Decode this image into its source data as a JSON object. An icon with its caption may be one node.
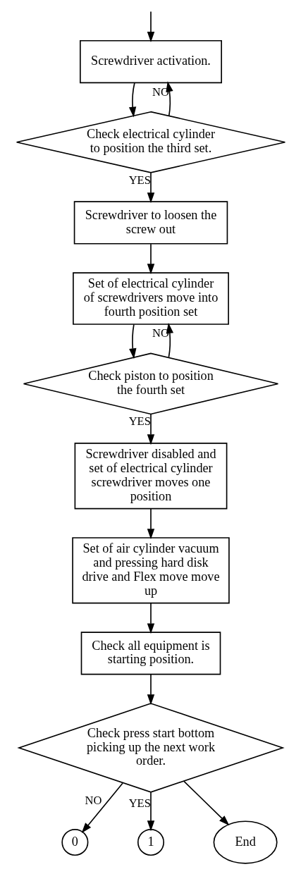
{
  "diagram": {
    "nodes": [
      {
        "text": [
          "Screwdriver activation."
        ]
      },
      {
        "text": [
          "Check electrical cylinder to position the third set."
        ]
      },
      {
        "text": [
          "Screwdriver to loosen the screw out"
        ]
      },
      {
        "text": [
          "Set of electrical cylinder of screwdrivers move into fourth position set"
        ]
      },
      {
        "text": [
          "Check piston to position the fourth set"
        ]
      },
      {
        "text": [
          "Screwdriver disabled and set of electrical cylinder screwdriver moves one position"
        ]
      },
      {
        "text": [
          "Set of air cylinder vacuum and pressing hard disk drive and Flex move move up"
        ]
      },
      {
        "text": [
          "Check all equipment is starting position."
        ]
      },
      {
        "text": [
          "Check press start bottom picking up the next work order."
        ]
      },
      {
        "text": [
          "0"
        ]
      },
      {
        "text": [
          "1"
        ]
      },
      {
        "text": [
          "End"
        ]
      }
    ],
    "edges": [
      {
        "from": null,
        "to": 0,
        "arrow": "to"
      },
      {
        "from": 0,
        "to": 1,
        "arrow": "to"
      },
      {
        "from": 1,
        "to": 0,
        "arrow": "to",
        "label": "NO"
      },
      {
        "from": 1,
        "to": 2,
        "arrow": "to",
        "label": "YES"
      },
      {
        "from": 2,
        "to": 3,
        "arrow": "to"
      },
      {
        "from": 3,
        "to": 4,
        "arrow": "to"
      },
      {
        "from": 4,
        "to": 3,
        "arrow": "to",
        "label": "NO"
      },
      {
        "from": 4,
        "to": 5,
        "arrow": "to",
        "label": "YES"
      },
      {
        "from": 5,
        "to": 6,
        "arrow": "to"
      },
      {
        "from": 6,
        "to": 7,
        "arrow": "to"
      },
      {
        "from": 7,
        "to": 8,
        "arrow": "to"
      },
      {
        "from": 8,
        "to": 9,
        "arrow": "to",
        "label": "NO"
      },
      {
        "from": 8,
        "to": 10,
        "arrow": "to",
        "label": "YES"
      },
      {
        "from": 8,
        "to": 11,
        "arrow": "to"
      }
    ]
  }
}
